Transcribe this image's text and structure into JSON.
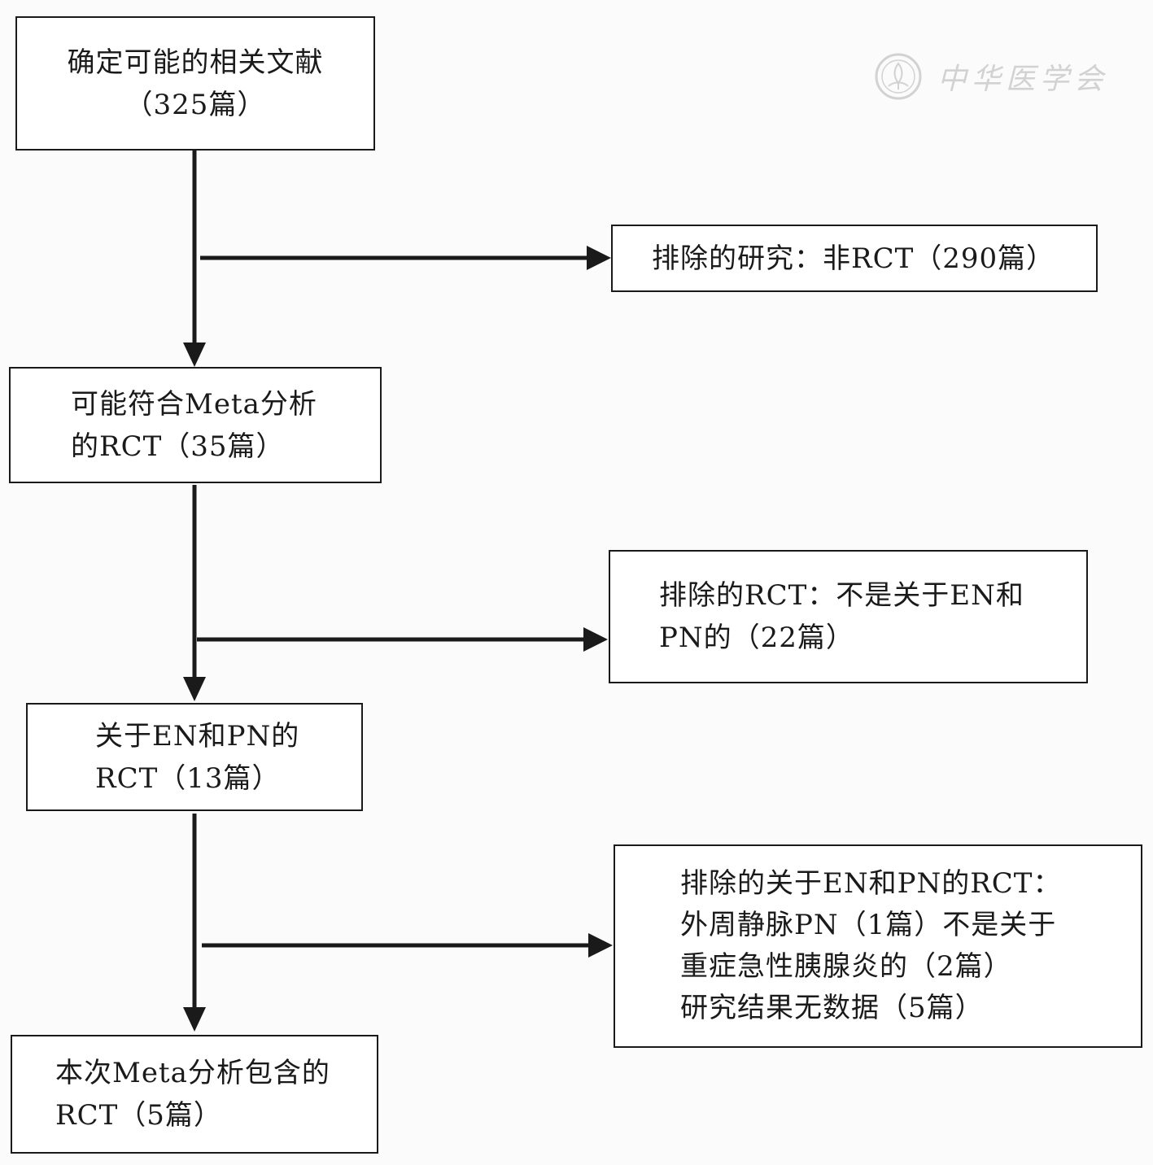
{
  "watermark": {
    "text": "中华医学会",
    "color": "#6a6a6a"
  },
  "colors": {
    "line": "#1a1a1a",
    "box_fill": "#ffffff",
    "background": "#fbfbfb"
  },
  "boxes": {
    "identified": {
      "lines": [
        "确定可能的相关文献",
        "（325篇）"
      ]
    },
    "potential": {
      "lines": [
        "可能符合Meta分析",
        "的RCT（35篇）"
      ]
    },
    "en_pn": {
      "lines": [
        "关于EN和PN的",
        "RCT（13篇）"
      ]
    },
    "included": {
      "lines": [
        "本次Meta分析包含的",
        "RCT（5篇）"
      ]
    },
    "excluded_1": {
      "lines": [
        "排除的研究：非RCT（290篇）"
      ]
    },
    "excluded_2": {
      "lines": [
        "排除的RCT：不是关于EN和",
        "PN的（22篇）"
      ]
    },
    "excluded_3": {
      "lines": [
        "排除的关于EN和PN的RCT：",
        "外周静脉PN（1篇）不是关于",
        "重症急性胰腺炎的（2篇）",
        "研究结果无数据（5篇）"
      ]
    }
  }
}
